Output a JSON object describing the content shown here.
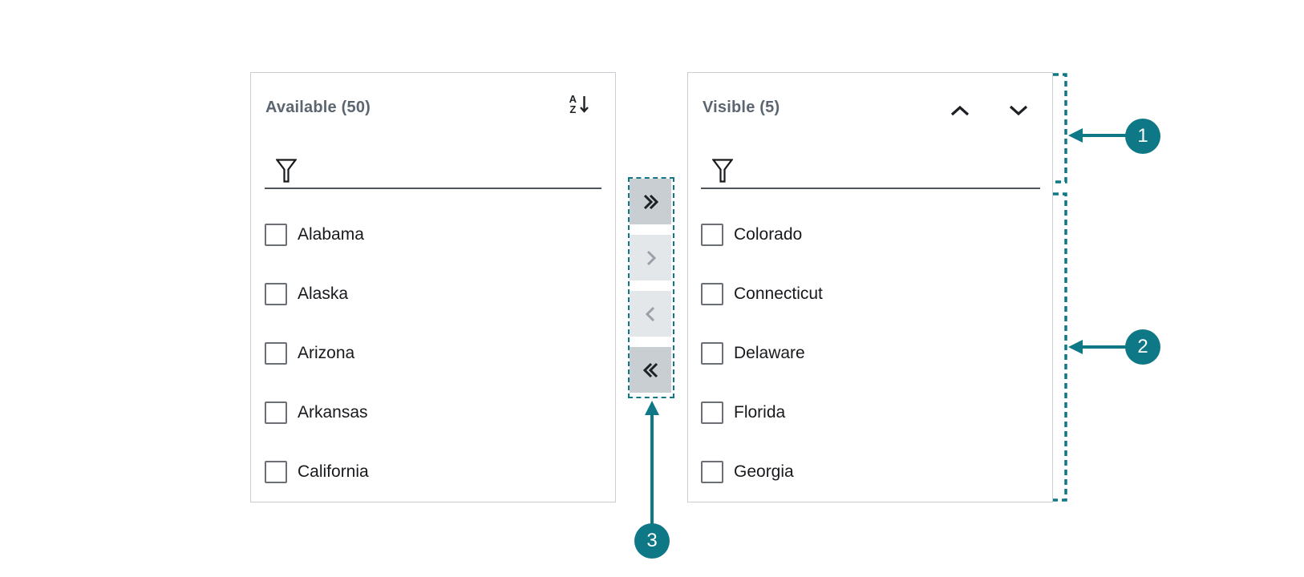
{
  "available_panel": {
    "title": "Available (50)",
    "filter_value": "",
    "items": [
      "Alabama",
      "Alaska",
      "Arizona",
      "Arkansas",
      "California"
    ]
  },
  "visible_panel": {
    "title": "Visible (5)",
    "filter_value": "",
    "items": [
      "Colorado",
      "Connecticut",
      "Delaware",
      "Florida",
      "Georgia"
    ]
  },
  "sort_icon": {
    "top": "A",
    "bottom": "Z"
  },
  "annotations": {
    "callout_1": "1",
    "callout_2": "2",
    "callout_3": "3"
  },
  "icons": {
    "sort": "sort-az-icon",
    "filter": "funnel-icon",
    "move_up": "chevron-up-icon",
    "move_down": "chevron-down-icon",
    "move_all_right": "double-chevron-right-icon",
    "move_right": "chevron-right-icon",
    "move_left": "chevron-left-icon",
    "move_all_left": "double-chevron-left-icon"
  },
  "colors": {
    "accent": "#0e7886",
    "panel_border": "#c9ced2",
    "title_text": "#5b6670",
    "item_text": "#17191c",
    "filter_underline": "#4d545b",
    "button_enabled_bg": "#c9ced3",
    "button_disabled_bg": "#e4e7ea",
    "icon_enabled": "#1d2125",
    "icon_disabled": "#9ba1a8"
  }
}
